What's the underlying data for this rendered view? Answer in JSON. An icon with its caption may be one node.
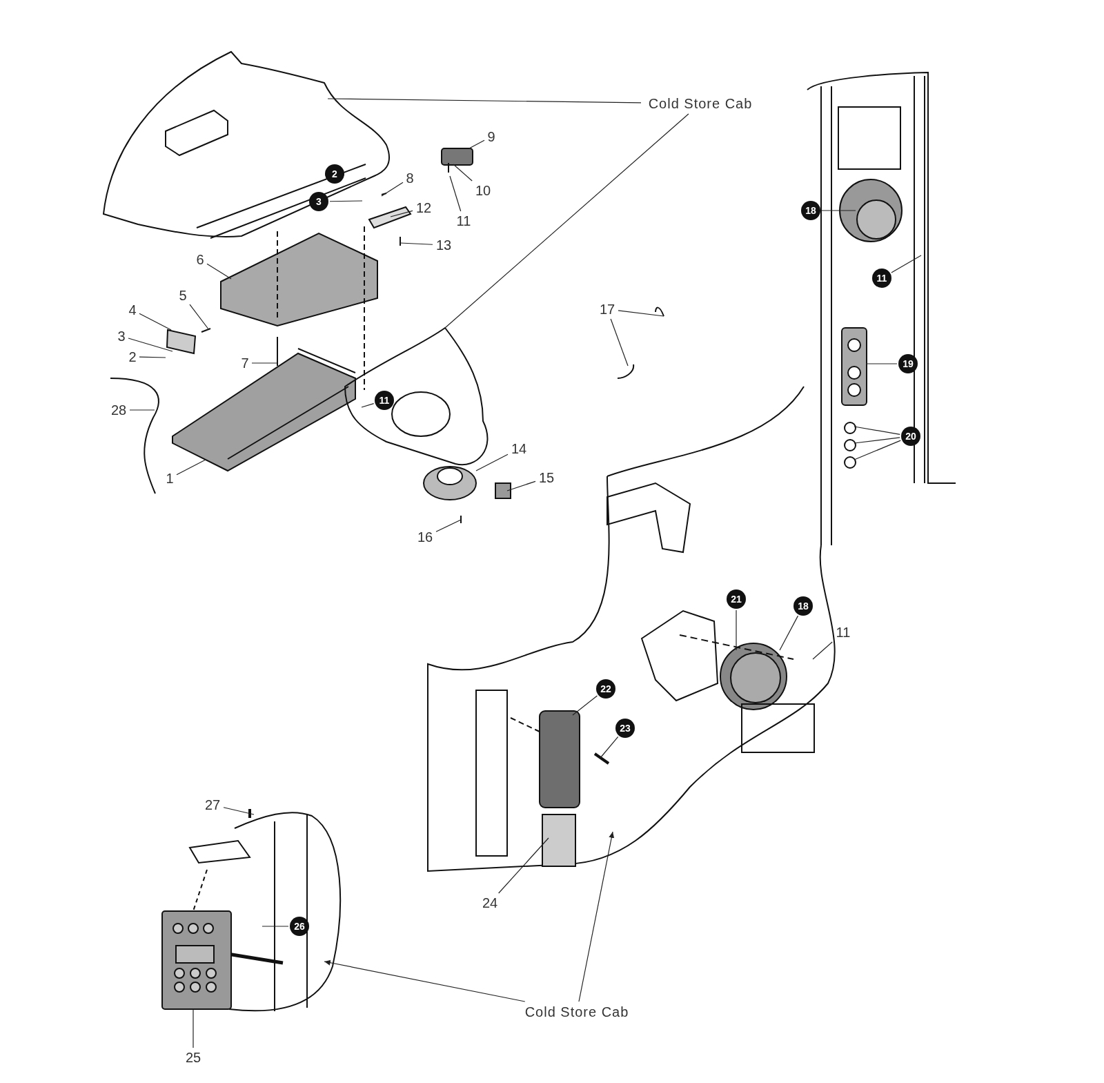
{
  "diagram": {
    "nodes": [
      {
        "text": [
          "Cold Store Cab"
        ]
      },
      {
        "text": [
          "9"
        ]
      },
      {
        "text": [
          "2"
        ]
      },
      {
        "text": [
          "8"
        ]
      },
      {
        "text": [
          "10"
        ]
      },
      {
        "text": [
          "3"
        ]
      },
      {
        "text": [
          "12"
        ]
      },
      {
        "text": [
          "11"
        ]
      },
      {
        "text": [
          "13"
        ]
      },
      {
        "text": [
          "6"
        ]
      },
      {
        "text": [
          "5"
        ]
      },
      {
        "text": [
          "4"
        ]
      },
      {
        "text": [
          "17"
        ]
      },
      {
        "text": [
          "3"
        ]
      },
      {
        "text": [
          "2"
        ]
      },
      {
        "text": [
          "7"
        ]
      },
      {
        "text": [
          "18"
        ]
      },
      {
        "text": [
          "11"
        ]
      },
      {
        "text": [
          "19"
        ]
      },
      {
        "text": [
          "11"
        ]
      },
      {
        "text": [
          "28"
        ]
      },
      {
        "text": [
          "20"
        ]
      },
      {
        "text": [
          "14"
        ]
      },
      {
        "text": [
          "1"
        ]
      },
      {
        "text": [
          "15"
        ]
      },
      {
        "text": [
          "16"
        ]
      },
      {
        "text": [
          "21"
        ]
      },
      {
        "text": [
          "18"
        ]
      },
      {
        "text": [
          "11"
        ]
      },
      {
        "text": [
          "22"
        ]
      },
      {
        "text": [
          "23"
        ]
      },
      {
        "text": [
          "27"
        ]
      },
      {
        "text": [
          "24"
        ]
      },
      {
        "text": [
          "26"
        ]
      },
      {
        "text": [
          "Cold Store Cab"
        ]
      },
      {
        "text": [
          "25"
        ]
      }
    ],
    "edges": [
      {
        "from": 0,
        "to": null,
        "arrow": "none"
      },
      {
        "from": 0,
        "to": null,
        "arrow": "none"
      },
      {
        "from": 1,
        "to": null,
        "arrow": "none"
      },
      {
        "from": 3,
        "to": null,
        "arrow": "none"
      },
      {
        "from": 4,
        "to": null,
        "arrow": "none"
      },
      {
        "from": 5,
        "to": null,
        "arrow": "none"
      },
      {
        "from": 6,
        "to": null,
        "arrow": "none"
      },
      {
        "from": 7,
        "to": null,
        "arrow": "none"
      },
      {
        "from": 8,
        "to": null,
        "arrow": "none"
      },
      {
        "from": 9,
        "to": null,
        "arrow": "none"
      },
      {
        "from": 10,
        "to": null,
        "arrow": "none"
      },
      {
        "from": 11,
        "to": null,
        "arrow": "none"
      },
      {
        "from": 12,
        "to": null,
        "arrow": "none"
      },
      {
        "from": 12,
        "to": null,
        "arrow": "none"
      },
      {
        "from": 13,
        "to": null,
        "arrow": "none"
      },
      {
        "from": 14,
        "to": null,
        "arrow": "none"
      },
      {
        "from": 15,
        "to": null,
        "arrow": "none"
      },
      {
        "from": 16,
        "to": null,
        "arrow": "none"
      },
      {
        "from": 17,
        "to": null,
        "arrow": "none"
      },
      {
        "from": 18,
        "to": null,
        "arrow": "none"
      },
      {
        "from": 19,
        "to": null,
        "arrow": "none"
      },
      {
        "from": 20,
        "to": null,
        "arrow": "none"
      },
      {
        "from": 21,
        "to": null,
        "arrow": "none"
      },
      {
        "from": 21,
        "to": null,
        "arrow": "none"
      },
      {
        "from": 21,
        "to": null,
        "arrow": "none"
      },
      {
        "from": 22,
        "to": null,
        "arrow": "none"
      },
      {
        "from": 23,
        "to": null,
        "arrow": "none"
      },
      {
        "from": 24,
        "to": null,
        "arrow": "none"
      },
      {
        "from": 25,
        "to": null,
        "arrow": "none"
      },
      {
        "from": 26,
        "to": null,
        "arrow": "none"
      },
      {
        "from": 27,
        "to": null,
        "arrow": "none"
      },
      {
        "from": 28,
        "to": null,
        "arrow": "none"
      },
      {
        "from": 29,
        "to": null,
        "arrow": "none"
      },
      {
        "from": 30,
        "to": null,
        "arrow": "none"
      },
      {
        "from": 31,
        "to": null,
        "arrow": "none"
      },
      {
        "from": 32,
        "to": null,
        "arrow": "none"
      },
      {
        "from": 33,
        "to": null,
        "arrow": "none"
      },
      {
        "from": 34,
        "to": null,
        "arrow": "to"
      },
      {
        "from": 34,
        "to": null,
        "arrow": "to"
      },
      {
        "from": 35,
        "to": null,
        "arrow": "none"
      }
    ]
  }
}
